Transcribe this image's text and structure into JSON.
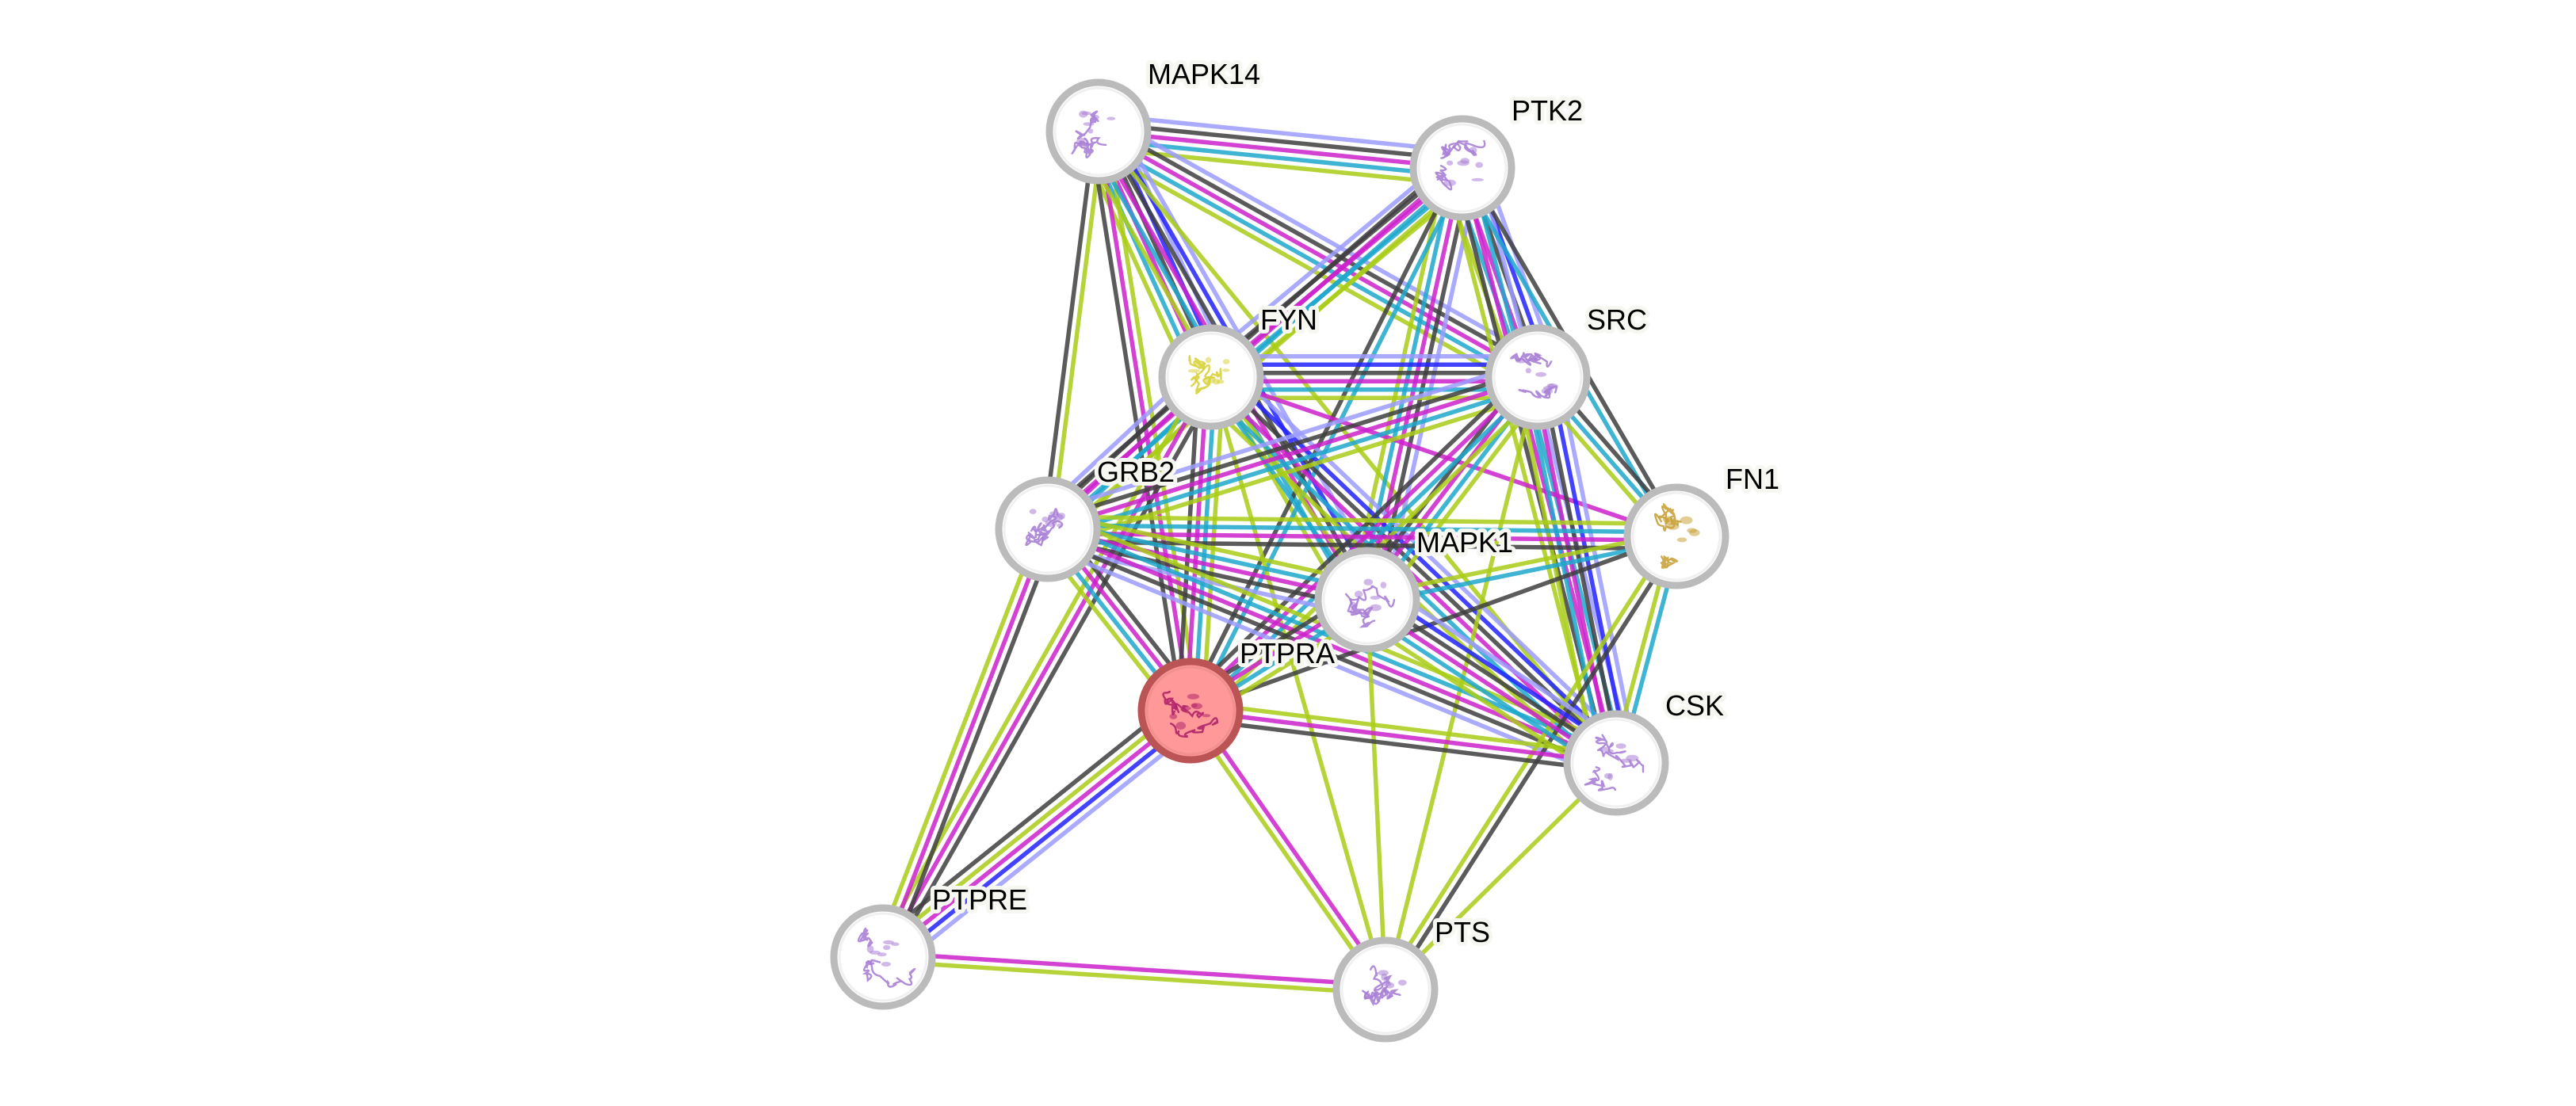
{
  "diagram": {
    "type": "protein-interaction-network",
    "query_protein": "PTPRA",
    "channel_colors": {
      "lightblue": "#9c9cff",
      "blue": "#2323ff",
      "black": "#3f3f3f",
      "magenta": "#cc22cc",
      "cyan": "#1fa8cc",
      "green": "#aacd17"
    },
    "node_style": {
      "ring": "#bbbbbb",
      "fill": "#ffffff",
      "query_fill": "#ff9999",
      "query_ring": "#bb5555"
    },
    "nodes": [
      {
        "id": "MAPK14",
        "label": "MAPK14",
        "query": false,
        "structure_color": "#a97fd6"
      },
      {
        "id": "PTK2",
        "label": "PTK2",
        "query": false,
        "structure_color": "#a97fd6"
      },
      {
        "id": "FYN",
        "label": "FYN",
        "query": false,
        "structure_color": "#d8d23a"
      },
      {
        "id": "SRC",
        "label": "SRC",
        "query": false,
        "structure_color": "#a97fd6"
      },
      {
        "id": "GRB2",
        "label": "GRB2",
        "query": false,
        "structure_color": "#a97fd6"
      },
      {
        "id": "FN1",
        "label": "FN1",
        "query": false,
        "structure_color": "#c9a23a"
      },
      {
        "id": "MAPK1",
        "label": "MAPK1",
        "query": false,
        "structure_color": "#a97fd6"
      },
      {
        "id": "PTPRA",
        "label": "PTPRA",
        "query": true,
        "structure_color": "#b0246a"
      },
      {
        "id": "CSK",
        "label": "CSK",
        "query": false,
        "structure_color": "#a97fd6"
      },
      {
        "id": "PTPRE",
        "label": "PTPRE",
        "query": false,
        "structure_color": "#a97fd6"
      },
      {
        "id": "PTS",
        "label": "PTS",
        "query": false,
        "structure_color": "#a97fd6"
      }
    ],
    "edges": [
      {
        "a": "MAPK14",
        "b": "PTK2",
        "channels": [
          "lightblue",
          "black",
          "magenta",
          "cyan",
          "green"
        ]
      },
      {
        "a": "MAPK14",
        "b": "FYN",
        "channels": [
          "lightblue",
          "blue",
          "black",
          "magenta",
          "cyan",
          "green"
        ]
      },
      {
        "a": "MAPK14",
        "b": "SRC",
        "channels": [
          "lightblue",
          "black",
          "magenta",
          "cyan",
          "green"
        ]
      },
      {
        "a": "MAPK14",
        "b": "GRB2",
        "channels": [
          "green",
          "black"
        ]
      },
      {
        "a": "MAPK14",
        "b": "PTPRA",
        "channels": [
          "green",
          "magenta",
          "black"
        ]
      },
      {
        "a": "MAPK14",
        "b": "MAPK1",
        "channels": [
          "lightblue",
          "blue",
          "black",
          "magenta",
          "cyan",
          "green"
        ]
      },
      {
        "a": "MAPK14",
        "b": "CSK",
        "channels": [
          "green"
        ]
      },
      {
        "a": "PTK2",
        "b": "FYN",
        "channels": [
          "green",
          "cyan",
          "magenta",
          "black",
          "lightblue"
        ]
      },
      {
        "a": "PTK2",
        "b": "SRC",
        "channels": [
          "lightblue",
          "blue",
          "black",
          "magenta",
          "cyan",
          "green"
        ]
      },
      {
        "a": "PTK2",
        "b": "GRB2",
        "channels": [
          "green",
          "cyan",
          "magenta",
          "black"
        ]
      },
      {
        "a": "PTK2",
        "b": "MAPK1",
        "channels": [
          "lightblue",
          "black",
          "magenta",
          "cyan",
          "green"
        ]
      },
      {
        "a": "PTK2",
        "b": "PTPRA",
        "channels": [
          "cyan",
          "black"
        ]
      },
      {
        "a": "PTK2",
        "b": "CSK",
        "channels": [
          "lightblue",
          "cyan",
          "magenta",
          "black",
          "green"
        ]
      },
      {
        "a": "PTK2",
        "b": "FN1",
        "channels": [
          "black",
          "cyan"
        ]
      },
      {
        "a": "FYN",
        "b": "SRC",
        "channels": [
          "lightblue",
          "blue",
          "black",
          "magenta",
          "cyan",
          "green"
        ]
      },
      {
        "a": "FYN",
        "b": "GRB2",
        "channels": [
          "green",
          "cyan",
          "magenta",
          "black",
          "lightblue"
        ]
      },
      {
        "a": "FYN",
        "b": "MAPK1",
        "channels": [
          "green",
          "cyan"
        ]
      },
      {
        "a": "FYN",
        "b": "PTPRA",
        "channels": [
          "green",
          "cyan",
          "magenta",
          "black"
        ]
      },
      {
        "a": "FYN",
        "b": "CSK",
        "channels": [
          "lightblue",
          "blue",
          "black",
          "magenta",
          "cyan",
          "green"
        ]
      },
      {
        "a": "FYN",
        "b": "FN1",
        "channels": [
          "magenta"
        ]
      },
      {
        "a": "FYN",
        "b": "PTS",
        "channels": [
          "green"
        ]
      },
      {
        "a": "FYN",
        "b": "PTPRE",
        "channels": [
          "black",
          "magenta",
          "green"
        ]
      },
      {
        "a": "SRC",
        "b": "GRB2",
        "channels": [
          "green",
          "cyan",
          "magenta",
          "black",
          "lightblue"
        ]
      },
      {
        "a": "SRC",
        "b": "MAPK1",
        "channels": [
          "green",
          "cyan",
          "magenta",
          "black"
        ]
      },
      {
        "a": "SRC",
        "b": "PTPRA",
        "channels": [
          "green",
          "cyan",
          "magenta",
          "black"
        ]
      },
      {
        "a": "SRC",
        "b": "CSK",
        "channels": [
          "lightblue",
          "blue",
          "black",
          "magenta",
          "cyan",
          "green"
        ]
      },
      {
        "a": "SRC",
        "b": "FN1",
        "channels": [
          "black",
          "cyan",
          "green"
        ]
      },
      {
        "a": "SRC",
        "b": "PTS",
        "channels": [
          "green"
        ]
      },
      {
        "a": "GRB2",
        "b": "FN1",
        "channels": [
          "green",
          "cyan",
          "magenta",
          "black"
        ]
      },
      {
        "a": "GRB2",
        "b": "MAPK1",
        "channels": [
          "green",
          "cyan",
          "magenta",
          "black",
          "lightblue"
        ]
      },
      {
        "a": "GRB2",
        "b": "PTPRA",
        "channels": [
          "black",
          "magenta",
          "cyan",
          "green"
        ]
      },
      {
        "a": "GRB2",
        "b": "CSK",
        "channels": [
          "green",
          "cyan",
          "magenta",
          "black",
          "lightblue"
        ]
      },
      {
        "a": "GRB2",
        "b": "PTPRE",
        "channels": [
          "black",
          "magenta",
          "green"
        ]
      },
      {
        "a": "FN1",
        "b": "MAPK1",
        "channels": [
          "cyan",
          "green"
        ]
      },
      {
        "a": "FN1",
        "b": "PTPRA",
        "channels": [
          "black"
        ]
      },
      {
        "a": "FN1",
        "b": "CSK",
        "channels": [
          "cyan",
          "green"
        ]
      },
      {
        "a": "FN1",
        "b": "PTS",
        "channels": [
          "black",
          "green"
        ]
      },
      {
        "a": "MAPK1",
        "b": "PTPRA",
        "channels": [
          "green",
          "cyan",
          "magenta",
          "black"
        ]
      },
      {
        "a": "MAPK1",
        "b": "CSK",
        "channels": [
          "lightblue",
          "blue",
          "black",
          "magenta",
          "cyan",
          "green"
        ]
      },
      {
        "a": "MAPK1",
        "b": "PTS",
        "channels": [
          "green"
        ]
      },
      {
        "a": "PTPRA",
        "b": "CSK",
        "channels": [
          "green",
          "magenta",
          "black"
        ]
      },
      {
        "a": "PTPRA",
        "b": "PTPRE",
        "channels": [
          "lightblue",
          "blue",
          "magenta",
          "green",
          "black"
        ]
      },
      {
        "a": "PTPRA",
        "b": "PTS",
        "channels": [
          "magenta",
          "green"
        ]
      },
      {
        "a": "PTPRE",
        "b": "PTS",
        "channels": [
          "magenta",
          "green"
        ]
      },
      {
        "a": "CSK",
        "b": "PTS",
        "channels": [
          "green"
        ]
      }
    ]
  }
}
